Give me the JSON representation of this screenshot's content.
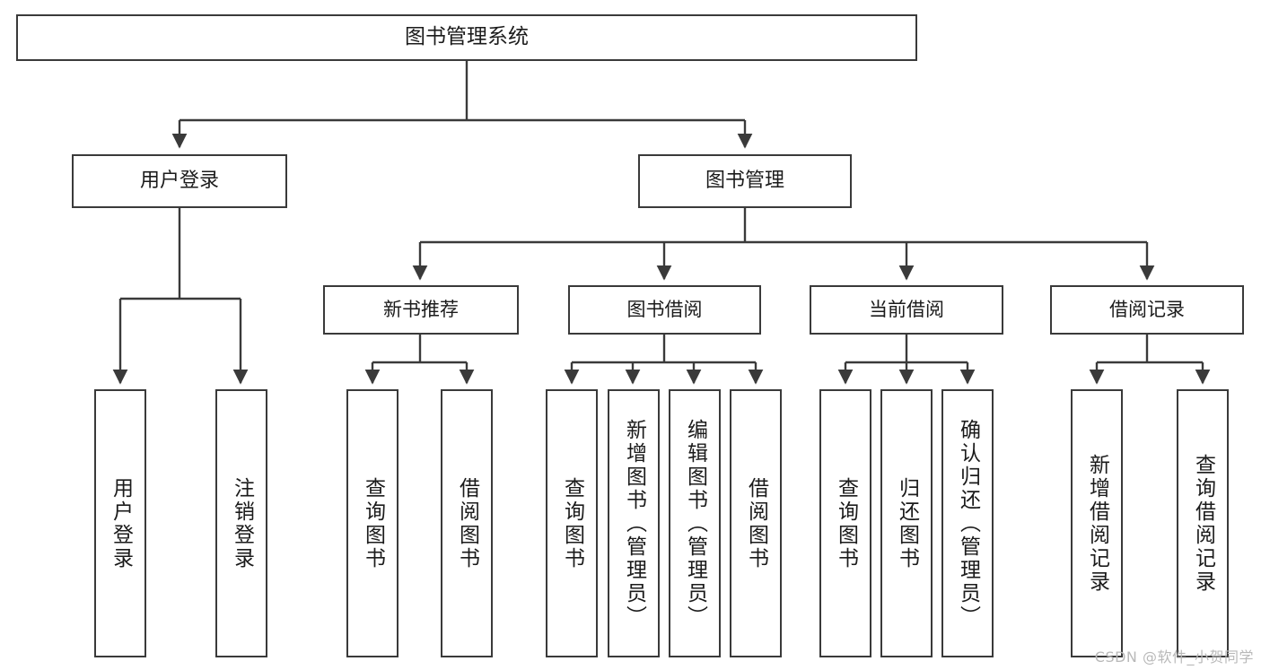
{
  "diagram": {
    "title": "图书管理系统",
    "watermark": "CSDN @软件_小贺同学",
    "colors": {
      "stroke": "#3a3a3a",
      "fill": "#ffffff",
      "text": "#1b1b1b",
      "watermark": "#b9b9b9"
    },
    "nodes": {
      "root": {
        "label": "图书管理系统"
      },
      "user_login": {
        "label": "用户登录"
      },
      "book_manage": {
        "label": "图书管理"
      },
      "new_book_rec": {
        "label": "新书推荐"
      },
      "book_borrow": {
        "label": "图书借阅"
      },
      "current_borrow": {
        "label": "当前借阅"
      },
      "borrow_record": {
        "label": "借阅记录"
      },
      "leaf_user_login": {
        "label": "用户登录"
      },
      "leaf_logout": {
        "label": "注销登录"
      },
      "leaf_query_book_1": {
        "label": "查询图书"
      },
      "leaf_borrow_book_1": {
        "label": "借阅图书"
      },
      "leaf_query_book_2": {
        "label": "查询图书"
      },
      "leaf_add_book": {
        "label": "新增图书（管理员）"
      },
      "leaf_edit_book": {
        "label": "编辑图书（管理员）"
      },
      "leaf_borrow_book_2": {
        "label": "借阅图书"
      },
      "leaf_query_book_3": {
        "label": "查询图书"
      },
      "leaf_return_book": {
        "label": "归还图书"
      },
      "leaf_confirm_return": {
        "label": "确认归还（管理员）"
      },
      "leaf_add_record": {
        "label": "新增借阅记录"
      },
      "leaf_query_record": {
        "label": "查询借阅记录"
      }
    }
  }
}
